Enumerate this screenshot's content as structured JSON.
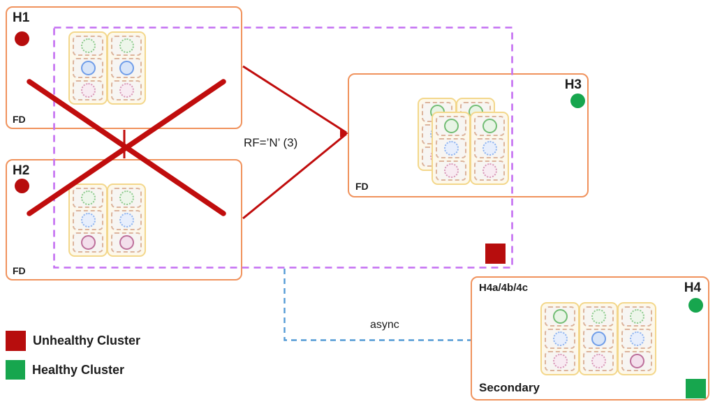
{
  "colors": {
    "unhealthy": "#b70d0d",
    "healthy": "#17a64e",
    "host_border": "#f0925c",
    "fault_domain_outline": "#c46ff2",
    "async_line": "#549bd5",
    "replication_line": "#c00d0d"
  },
  "annotations": {
    "replication_factor": "RF=’N’ (3)",
    "async_label": "async"
  },
  "legend": {
    "items": [
      {
        "label": "Unhealthy Cluster",
        "color": "#b70d0d"
      },
      {
        "label": "Healthy Cluster",
        "color": "#17a64e"
      }
    ]
  },
  "hosts": [
    {
      "name": "H1",
      "corner_label": "FD",
      "status": "unhealthy",
      "cards": [
        [
          "green-dotted",
          "blue-solid",
          "pink-dotted"
        ],
        [
          "green-dotted",
          "blue-solid",
          "pink-dotted"
        ]
      ]
    },
    {
      "name": "H2",
      "corner_label": "FD",
      "status": "unhealthy",
      "cards": [
        [
          "green-dotted",
          "blue-dotted",
          "pink-solid"
        ],
        [
          "green-dotted",
          "blue-dotted",
          "pink-solid"
        ]
      ]
    },
    {
      "name": "H3",
      "corner_label": "FD",
      "status": "healthy",
      "stacks": [
        [
          [
            "green-solid",
            "blue-dotted",
            "pink-dotted"
          ],
          [
            "green-solid",
            "blue-dotted",
            "pink-dotted"
          ]
        ],
        [
          [
            "green-solid",
            "blue-dotted",
            "pink-dotted"
          ],
          [
            "green-solid",
            "blue-dotted",
            "pink-dotted"
          ]
        ]
      ]
    },
    {
      "name": "H4",
      "title_label": "H4a/4b/4c",
      "corner_label": "Secondary",
      "status": "healthy",
      "cards": [
        [
          "green-solid",
          "blue-dotted",
          "pink-dotted"
        ],
        [
          "green-dotted",
          "blue-solid",
          "pink-dotted"
        ],
        [
          "green-dotted",
          "blue-dotted",
          "pink-solid"
        ]
      ]
    }
  ]
}
